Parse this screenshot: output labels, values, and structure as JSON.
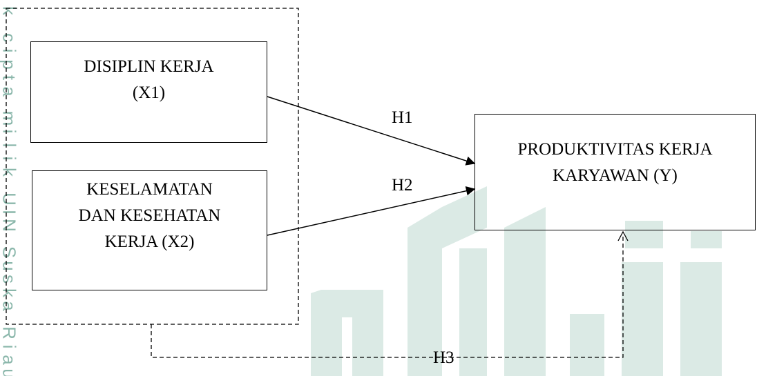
{
  "diagram": {
    "nodes": {
      "x1": {
        "lines": [
          "DISIPLIN KERJA",
          "(X1)"
        ]
      },
      "x2": {
        "lines": [
          "KESELAMATAN",
          "DAN KESEHATAN",
          "KERJA (X2)"
        ]
      },
      "y": {
        "lines": [
          "PRODUKTIVITAS KERJA",
          "KARYAWAN (Y)"
        ]
      }
    },
    "edges": [
      {
        "from": "x1",
        "to": "y",
        "label": "H1",
        "style": "solid"
      },
      {
        "from": "x2",
        "to": "y",
        "label": "H2",
        "style": "solid"
      },
      {
        "from": "x1,x2",
        "to": "y",
        "label": "H3",
        "style": "dashed"
      }
    ]
  },
  "watermark": {
    "side_text": "k cipta milik UIN Suska Riau",
    "color": "#7fb0a3",
    "logo_color": "#d6e8e2"
  }
}
